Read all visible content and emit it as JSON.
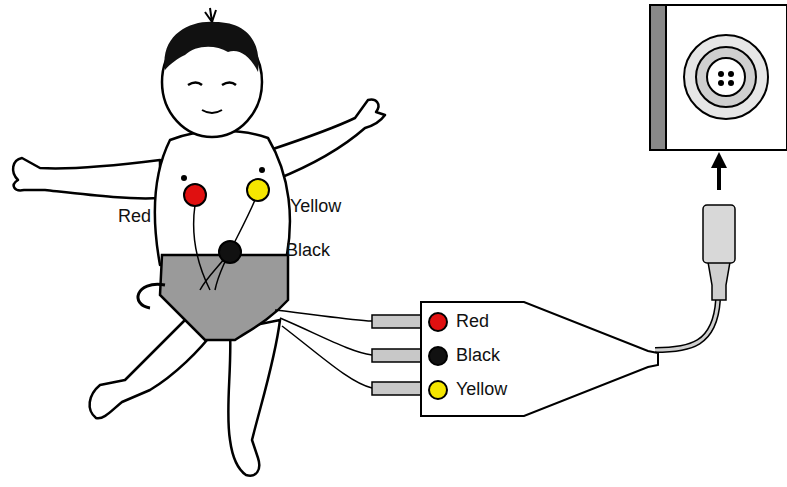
{
  "diagram": {
    "nodes": [
      {
        "text": [
          "Red",
          "Black",
          "Yellow"
        ]
      }
    ],
    "labels": [
      "Red",
      "Yellow",
      "Black"
    ]
  }
}
